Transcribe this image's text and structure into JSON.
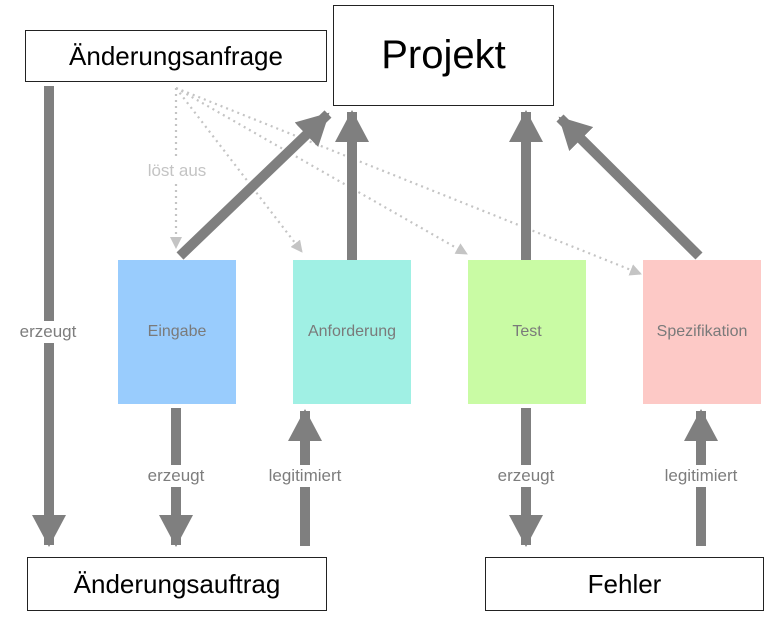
{
  "nodes": {
    "aenderungsanfrage": "Änderungsanfrage",
    "projekt": "Projekt",
    "eingabe": "Eingabe",
    "anforderung": "Anforderung",
    "test": "Test",
    "spezifikation": "Spezifikation",
    "aenderungsauftrag": "Änderungsauftrag",
    "fehler": "Fehler"
  },
  "edge_labels": {
    "loest_aus": "löst aus",
    "erzeugt_left": "erzeugt",
    "erzeugt_eingabe": "erzeugt",
    "legitimiert_anforderung": "legitimiert",
    "erzeugt_test": "erzeugt",
    "legitimiert_spezifikation": "legitimiert"
  },
  "colors": {
    "eingabe": "#99ccfd",
    "anforderung": "#a0f0e4",
    "test": "#c9fba4",
    "spezifikation": "#fdc9c6",
    "arrow": "#7f7f7f",
    "dotted_arrow": "#c4c4c4"
  }
}
